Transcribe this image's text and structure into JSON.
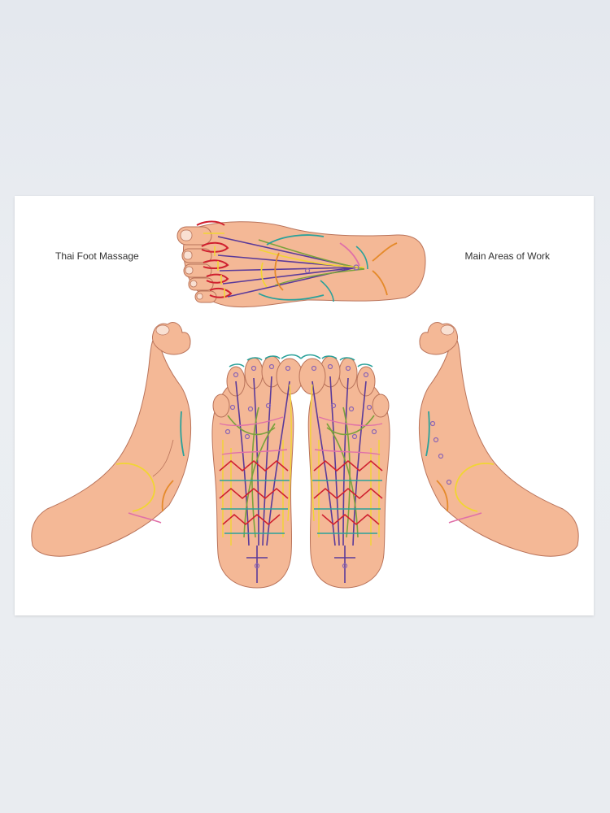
{
  "poster": {
    "title_left": "Thai Foot Massage",
    "title_right": "Main Areas of Work"
  },
  "palette": {
    "skin": "#f4b896",
    "outline": "#b9735a",
    "sen_red": "#d0202f",
    "sen_purple": "#5a3a9a",
    "sen_yellow": "#f1d533",
    "sen_green": "#7aa23c",
    "sen_teal": "#2aa19a",
    "sen_pink": "#e070a8",
    "sen_orange": "#e58a2a",
    "point": "#8a64b4"
  },
  "views": [
    {
      "id": "top",
      "icon": "foot-top-view"
    },
    {
      "id": "left-side",
      "icon": "foot-medial-view"
    },
    {
      "id": "left-sole",
      "icon": "foot-sole-view"
    },
    {
      "id": "right-sole",
      "icon": "foot-sole-view"
    },
    {
      "id": "right-side",
      "icon": "foot-medial-view"
    }
  ]
}
